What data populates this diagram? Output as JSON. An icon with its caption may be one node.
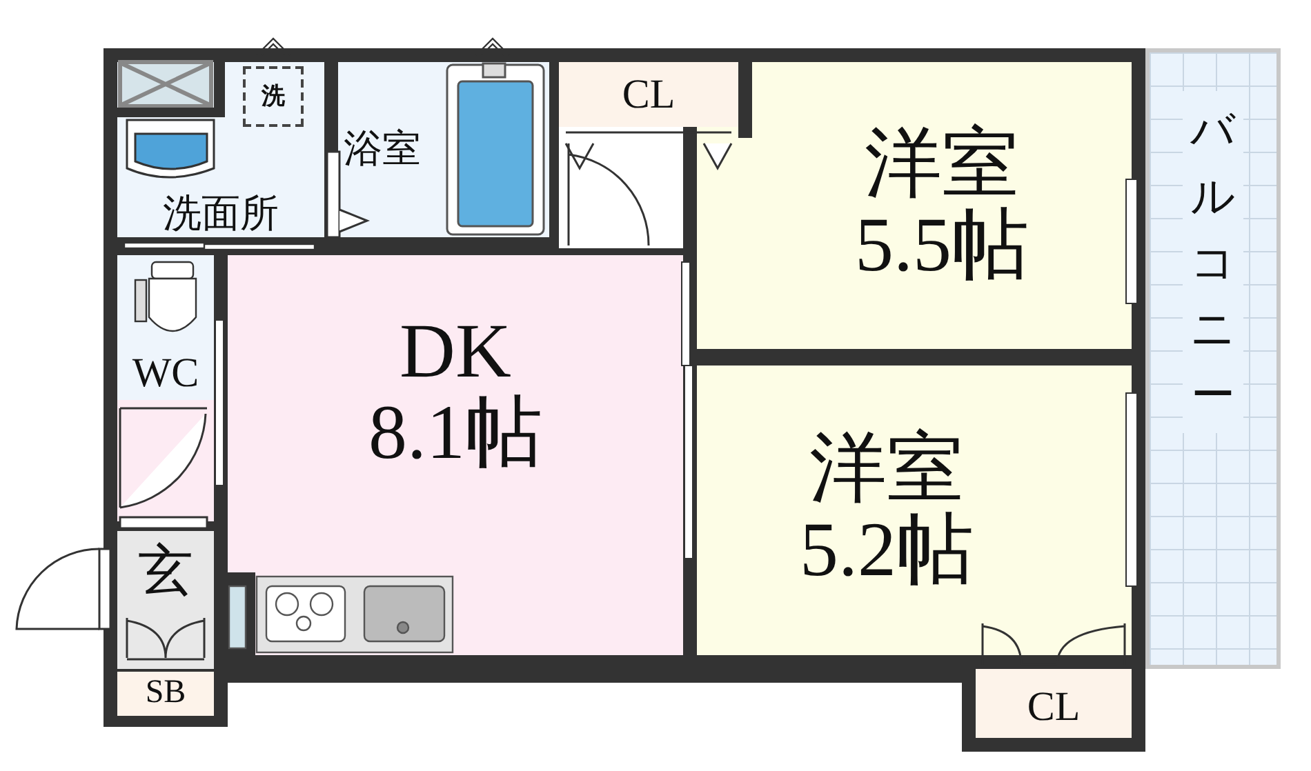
{
  "diagram": {
    "nodes": [
      {
        "text": [
          "洗面所"
        ]
      },
      {
        "text": [
          "洗"
        ],
        "in": 0
      },
      {
        "text": [
          "浴室"
        ]
      },
      {
        "text": [
          "CL"
        ]
      },
      {
        "text": [
          "洋室",
          "5.5帖"
        ]
      },
      {
        "text": [
          "WC"
        ]
      },
      {
        "text": [
          "DK",
          "8.1帖"
        ]
      },
      {
        "text": [
          "洋室",
          "5.2帖"
        ]
      },
      {
        "text": [
          "バルコニー"
        ]
      },
      {
        "text": [
          "玄"
        ]
      },
      {
        "text": [
          "SB"
        ]
      },
      {
        "text": [
          "CL"
        ]
      }
    ]
  }
}
